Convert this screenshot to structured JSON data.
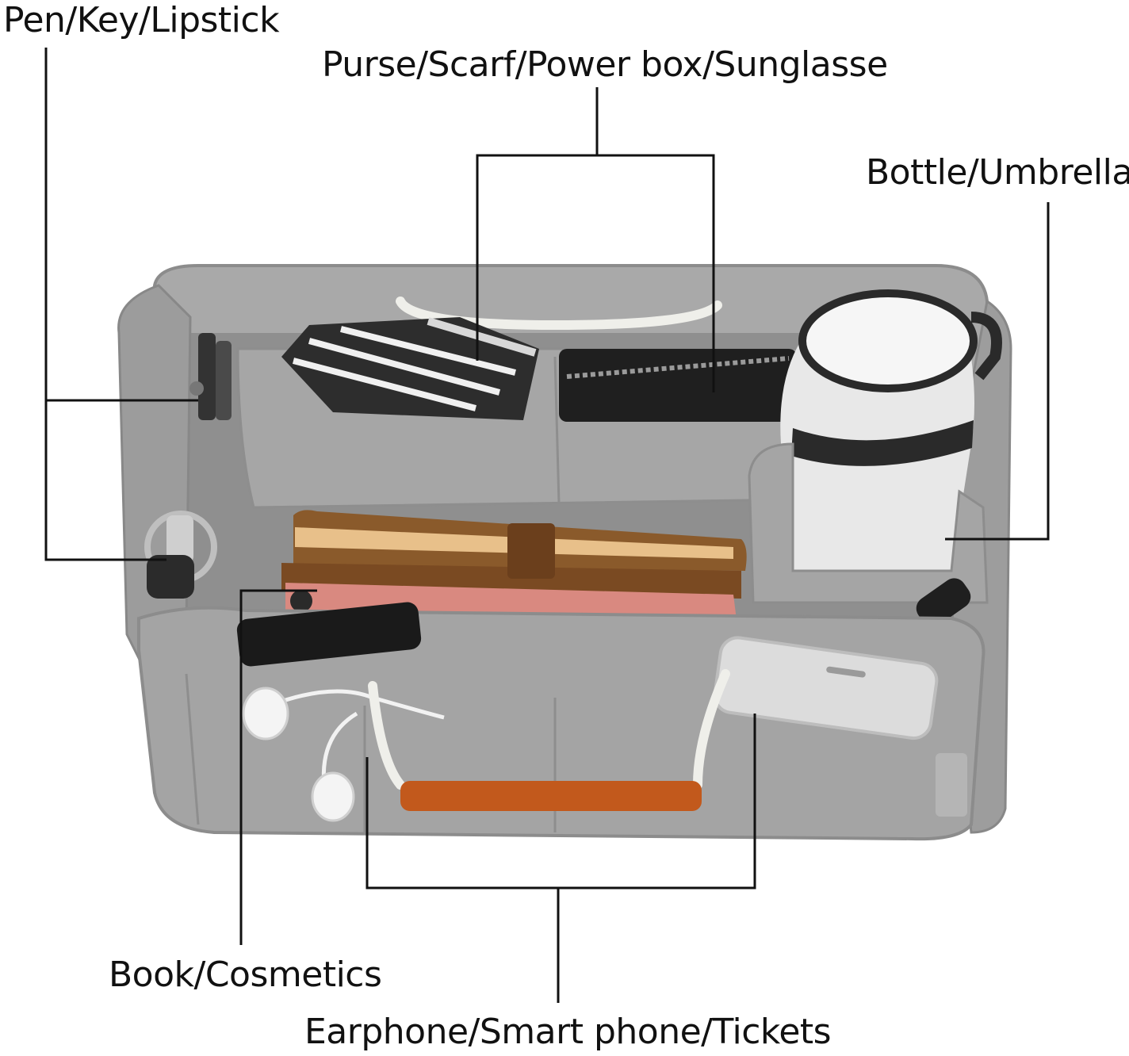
{
  "labels": {
    "pen_key_lipstick": "Pen/Key/Lipstick",
    "purse_scarf": "Purse/Scarf/Power box/Sunglasse",
    "bottle_umbrella": "Bottle/Umbrella",
    "book_cosmetics": "Book/Cosmetics",
    "earphone_phone_tickets": "Earphone/Smart phone/Tickets"
  },
  "colors": {
    "felt": "#a4a4a4",
    "felt_dark": "#8a8a8a",
    "leather_handle": "#c2591c",
    "leader_line": "#111111"
  }
}
